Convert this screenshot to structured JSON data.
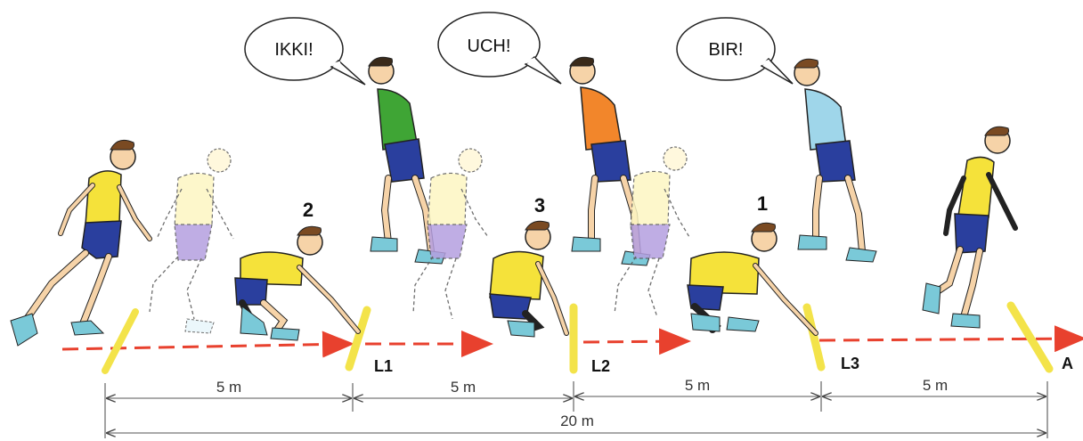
{
  "speech": [
    "IKKI!",
    "UCH!",
    "BIR!"
  ],
  "numbers": [
    "2",
    "3",
    "1"
  ],
  "lines": [
    "L1",
    "L2",
    "L3",
    "A"
  ],
  "distances": [
    "5 m",
    "5 m",
    "5 m",
    "5 m"
  ],
  "total_distance": "20 m",
  "colors": {
    "yellow_shirt": "#f5e23a",
    "green_shirt": "#3fa535",
    "orange_shirt": "#f2862b",
    "lightblue_shirt": "#9fd6ea",
    "shorts": "#2a3f9e",
    "arrow": "#e8412e",
    "line_marker": "#f3e34a"
  }
}
